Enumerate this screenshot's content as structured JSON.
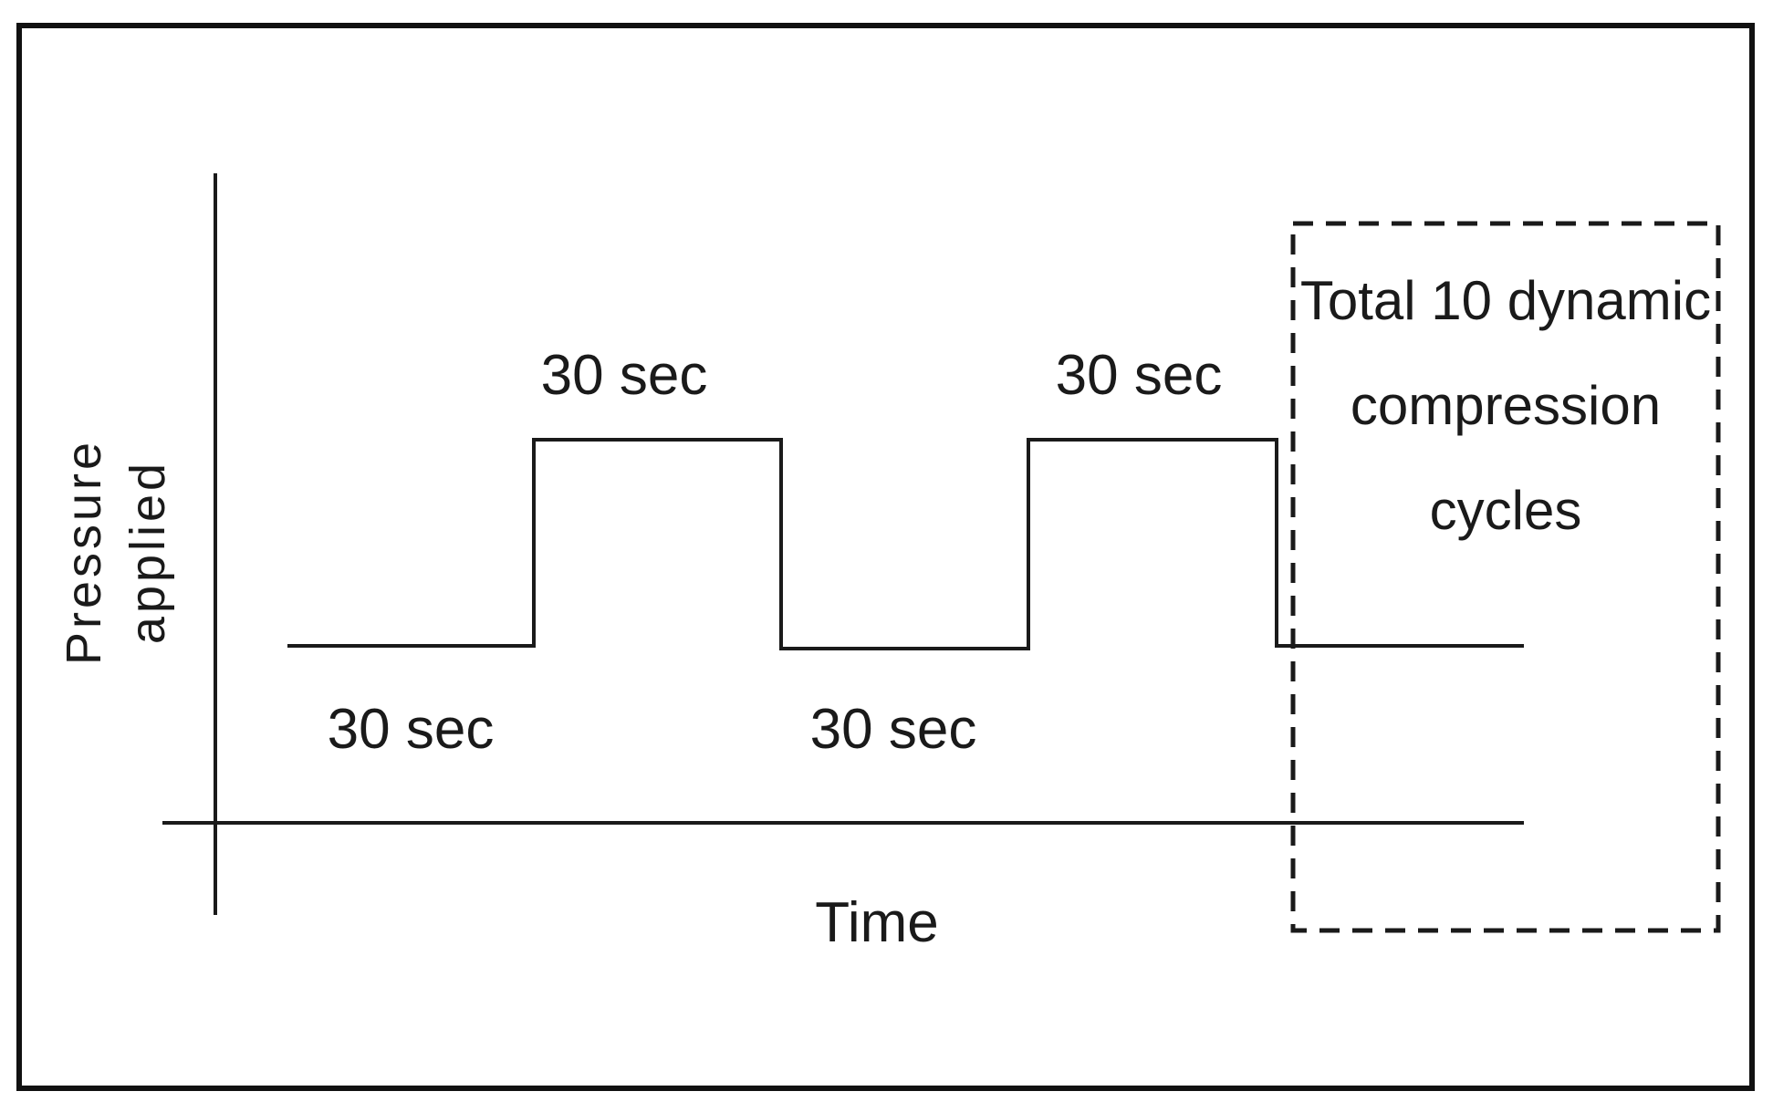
{
  "axes": {
    "y_label_lines": [
      "Pressure",
      "applied"
    ],
    "x_label": "Time"
  },
  "waveform": {
    "phases": [
      {
        "state": "low",
        "label": "30 sec"
      },
      {
        "state": "high",
        "label": "30 sec"
      },
      {
        "state": "low",
        "label": "30 sec"
      },
      {
        "state": "high",
        "label": "30 sec"
      }
    ]
  },
  "callout": {
    "lines": [
      "Total 10 dynamic",
      "compression",
      "cycles"
    ]
  },
  "colors": {
    "line": "#1a1a1a",
    "frame": "#111111",
    "background": "#ffffff"
  }
}
